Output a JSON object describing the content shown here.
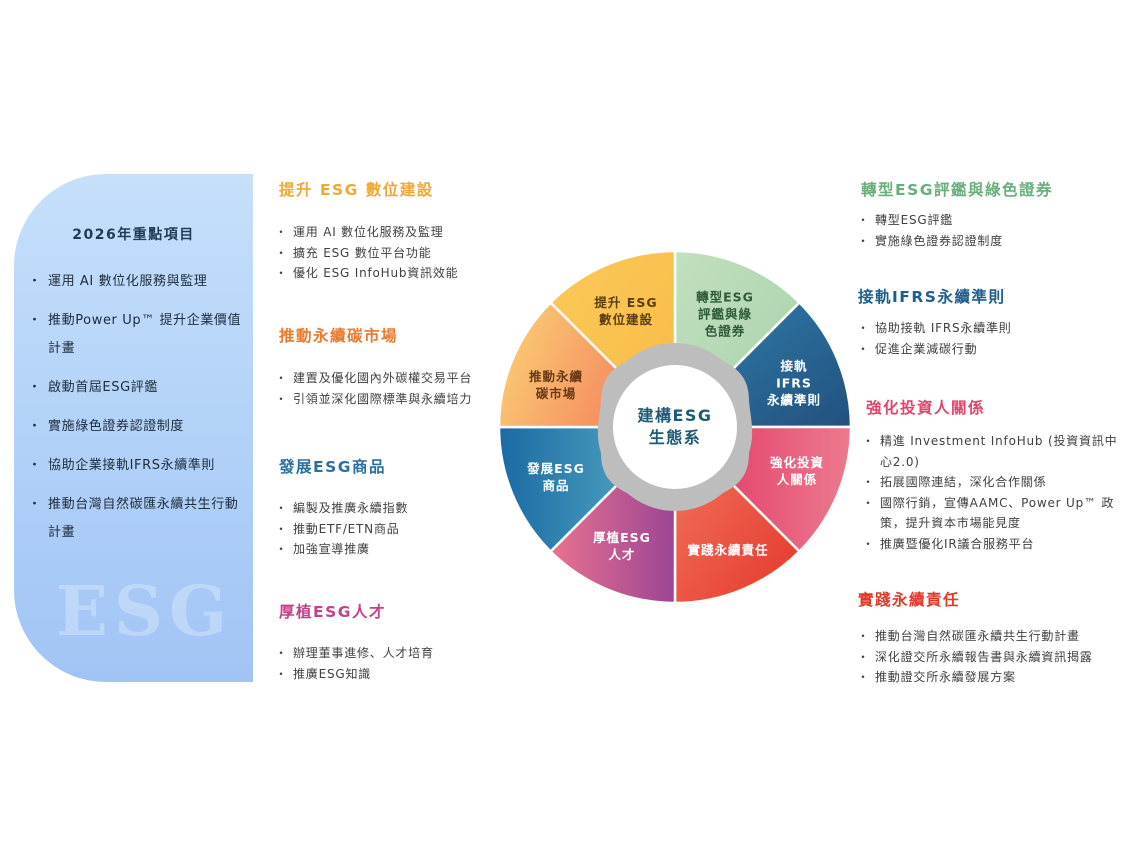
{
  "left_panel": {
    "title": "2026年重點項目",
    "items": [
      "運用 AI 數位化服務與監理",
      "推動Power Up™ 提升企業價值計畫",
      "啟動首屆ESG評鑑",
      "實施綠色證券認證制度",
      "協助企業接軌IFRS永續準則",
      "推動台灣自然碳匯永續共生行動計畫"
    ],
    "watermark": "ESG"
  },
  "sections": {
    "digital": {
      "title": "提升 ESG 數位建設",
      "color": "#f0a830",
      "items": [
        "運用 AI 數位化服務及監理",
        "擴充 ESG 數位平台功能",
        "優化 ESG InfoHub資訊效能"
      ]
    },
    "carbon": {
      "title": "推動永續碳市場",
      "color": "#ea7a2e",
      "items": [
        "建置及優化國內外碳權交易平台",
        "引領並深化國際標準與永續培力"
      ]
    },
    "products": {
      "title": "發展ESG商品",
      "color": "#2a6f9e",
      "items": [
        "編製及推廣永續指數",
        "推動ETF/ETN商品",
        "加強宣導推廣"
      ]
    },
    "talent": {
      "title": "厚植ESG人才",
      "color": "#c2418a",
      "items": [
        "辦理董事進修、人才培育",
        "推廣ESG知識"
      ]
    },
    "rating": {
      "title": "轉型ESG評鑑與綠色證券",
      "color": "#6aae7c",
      "items": [
        "轉型ESG評鑑",
        "實施綠色證券認證制度"
      ]
    },
    "ifrs": {
      "title": "接軌IFRS永續準則",
      "color": "#1d5f8c",
      "items": [
        "協助接軌 IFRS永續準則",
        "促進企業減碳行動"
      ]
    },
    "investor": {
      "title": "強化投資人關係",
      "color": "#e0466b",
      "items": [
        "精進 Investment InfoHub (投資資訊中心2.0)",
        "拓展國際連結，深化合作關係",
        "國際行銷，宣傳AAMC、Power Up™ 政策，提升資本市場能見度",
        "推廣暨優化IR議合服務平台"
      ]
    },
    "responsibility": {
      "title": "實踐永續責任",
      "color": "#e23a2a",
      "items": [
        "推動台灣自然碳匯永續共生行動計畫",
        "深化證交所永續報告書與永續資訊揭露",
        "推動證交所永續發展方案"
      ]
    }
  },
  "wheel": {
    "center": "建構ESG\n生態系",
    "segments": [
      {
        "label": "轉型ESG\n評鑑與綠\n色證券",
        "from": "#c2e0bd",
        "to": "#a9d1ad",
        "text": "#2f5a3a"
      },
      {
        "label": "接軌IFRS\n永續準則",
        "from": "#2f7fad",
        "to": "#23507e",
        "text": "#ffffff"
      },
      {
        "label": "強化投資\n人關係",
        "from": "#e0325f",
        "to": "#ec7a8f",
        "text": "#ffffff"
      },
      {
        "label": "實踐永續責任",
        "from": "#f37560",
        "to": "#e4382a",
        "text": "#ffffff"
      },
      {
        "label": "厚植ESG\n人才",
        "from": "#e7728f",
        "to": "#9c4595",
        "text": "#ffffff"
      },
      {
        "label": "發展ESG\n商品",
        "from": "#1b6aa3",
        "to": "#5bb0c7",
        "text": "#ffffff"
      },
      {
        "label": "推動永續\n碳市場",
        "from": "#fbd576",
        "to": "#f47e5d",
        "text": "#6a3a14"
      },
      {
        "label": "提升 ESG\n數位建設",
        "from": "#fcc958",
        "to": "#f8bb47",
        "text": "#5a3e12"
      }
    ]
  }
}
